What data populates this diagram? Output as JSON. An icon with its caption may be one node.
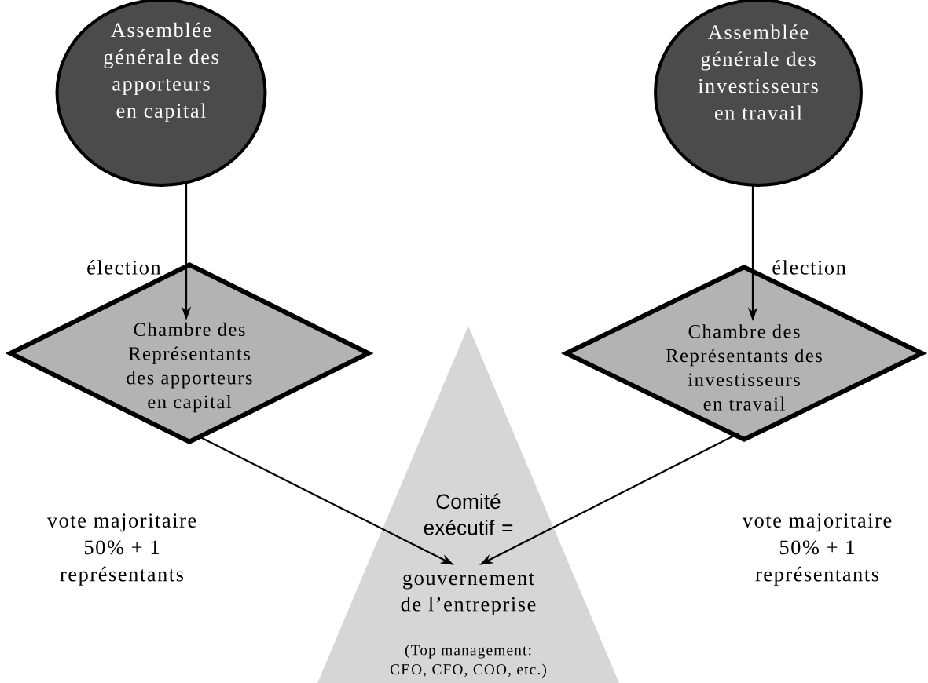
{
  "diagram": {
    "nodes": [
      {
        "text": [
          "Assemblée générale des apporteurs en capital"
        ]
      },
      {
        "text": [
          "Assemblée générale des investisseurs en travail"
        ]
      },
      {
        "text": [
          "Chambre des Représentants des apporteurs en capital"
        ]
      },
      {
        "text": [
          "Chambre des Représentants des investisseurs en travail"
        ]
      },
      {
        "text": [
          "Comité exécutif =",
          "gouvernement de l’entreprise",
          "(Top management: CEO, CFO, COO, etc.)"
        ]
      }
    ],
    "edges": [
      {
        "from": 0,
        "to": 2,
        "arrow": "to",
        "label": "élection"
      },
      {
        "from": 1,
        "to": 3,
        "arrow": "to",
        "label": "élection"
      },
      {
        "from": 2,
        "to": 4,
        "arrow": "to",
        "label": "vote majoritaire 50% + 1 représentants"
      },
      {
        "from": 3,
        "to": 4,
        "arrow": "to",
        "label": "vote majoritaire 50% + 1 représentants"
      }
    ]
  }
}
